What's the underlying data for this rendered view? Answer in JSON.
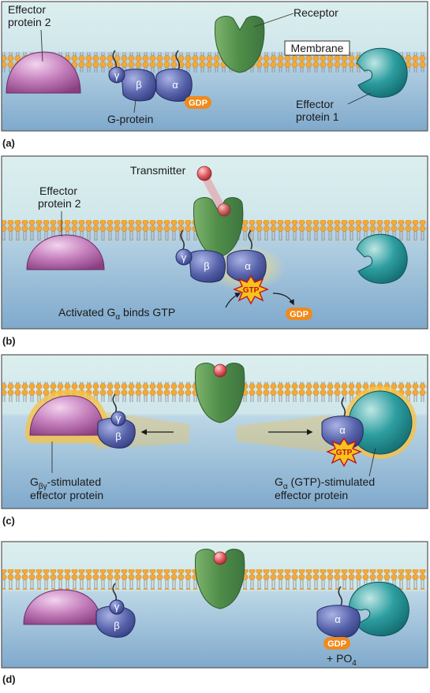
{
  "panel_a": {
    "letter": "(a)",
    "effector2_line1": "Effector",
    "effector2_line2": "protein 2",
    "receptor": "Receptor",
    "membrane": "Membrane",
    "effector1_line1": "Effector",
    "effector1_line2": "protein 1",
    "gprotein": "G-protein",
    "gdp": "GDP",
    "gamma": "γ",
    "beta": "β",
    "alpha": "α"
  },
  "panel_b": {
    "letter": "(b)",
    "transmitter": "Transmitter",
    "effector2_line1": "Effector",
    "effector2_line2": "protein 2",
    "activated_prefix": "Activated G",
    "activated_sub": "α",
    "activated_suffix": " binds GTP",
    "gtp": "GTP",
    "gdp": "GDP",
    "gamma": "γ",
    "beta": "β",
    "alpha": "α"
  },
  "panel_c": {
    "letter": "(c)",
    "left_prefix": "G",
    "left_sub": "βγ",
    "left_suffix": "-stimulated",
    "left_line2": "effector protein",
    "right_prefix": "G",
    "right_sub": "α",
    "right_suffix": " (GTP)-stimulated",
    "right_line2": "effector protein",
    "gtp": "GTP",
    "gamma": "γ",
    "beta": "β",
    "alpha": "α"
  },
  "panel_d": {
    "letter": "(d)",
    "gdp": "GDP",
    "po4_prefix": "+ PO",
    "po4_sub": "4",
    "gamma": "γ",
    "beta": "β",
    "alpha": "α"
  },
  "colors": {
    "membrane_head": "#f2a93a",
    "extracellular": "#e4f1f1",
    "cytoplasm": "#8fb8d6",
    "receptor": "#5e9b55",
    "effector2": "#a8579d",
    "effector1": "#1f8a8c",
    "gprotein": "#47519a",
    "gdp": "#f08a1c",
    "gtp_star": "#f7c21b",
    "glow": "#f6c24a"
  }
}
